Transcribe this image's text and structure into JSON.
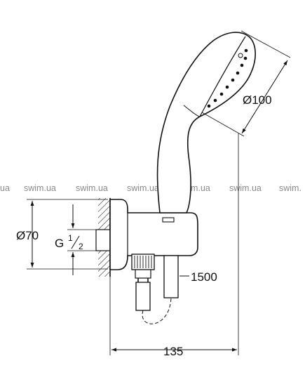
{
  "dimensions": {
    "spray_diameter": "Ø100",
    "rosette_diameter": "Ø70",
    "thread_prefix": "G",
    "thread_numerator": "1",
    "thread_denominator": "2",
    "hose_length": "1500",
    "projection": "135"
  },
  "watermark": {
    "text": "swim.ua",
    "fragment_left": "ua",
    "fragment_right": "swim."
  }
}
